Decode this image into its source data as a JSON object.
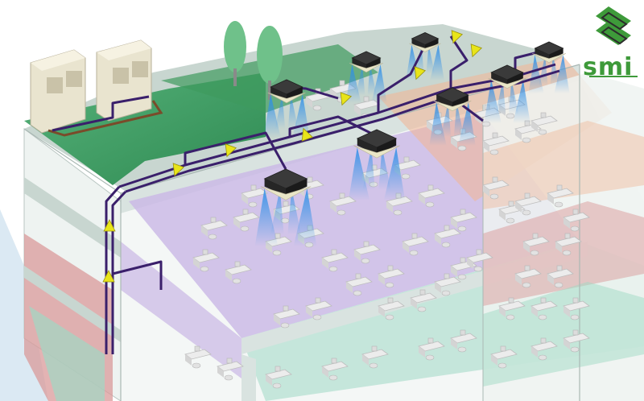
{
  "title": "",
  "logo": {
    "text": "smi",
    "mark_color": "#3e9a3a",
    "accent_color": "#2c2c2c"
  },
  "diagram": {
    "type": "vrv-air-conditioning-system-cutaway",
    "description_source": "illustration",
    "outdoor_units": 2,
    "indoor_cassette_units": 8,
    "floors_visible": 3,
    "refrigerant_pipe_color": "#3a1f6b",
    "flow_arrow_color": "#e8e41a",
    "air_flow_color": "#5aa7ea",
    "zone_colors": {
      "roof_garden": "#3f9a5e",
      "office_purple": "#c9b6e6",
      "office_orange": "#f0b89a",
      "floor_red": "#d99a9a",
      "floor_green": "#9fd9c4",
      "roof_slab": "#c8d6d0"
    },
    "icons": [
      "tree-icon",
      "outdoor-unit-icon",
      "ceiling-cassette-icon",
      "desk-icon",
      "chair-icon",
      "flow-arrow-icon"
    ]
  }
}
